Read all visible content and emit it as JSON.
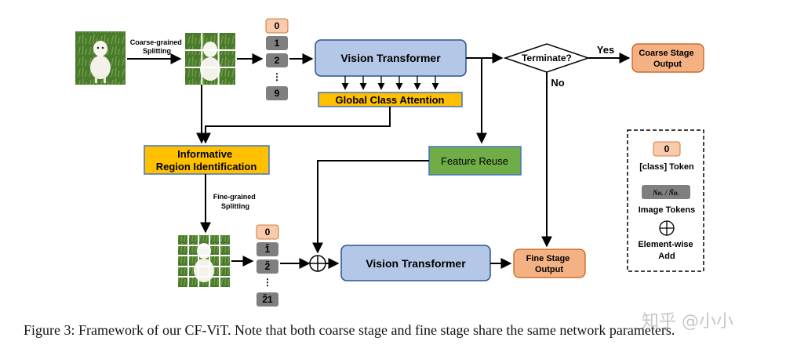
{
  "diagram": {
    "coarse_split_label": [
      "Coarse-grained",
      "Splitting"
    ],
    "fine_split_label": [
      "Fine-grained",
      "Splitting"
    ],
    "coarse_tokens": [
      "0",
      "1",
      "2",
      "⋮",
      "9"
    ],
    "fine_tokens": [
      "0",
      "1̃",
      "2̃",
      "⋮",
      "2̃1"
    ],
    "vit_coarse": "Vision Transformer",
    "vit_fine": "Vision Transformer",
    "global_class_attention": "Global Class Attention",
    "informative_region": [
      "Informative",
      "Region Identification"
    ],
    "feature_reuse": "Feature Reuse",
    "terminate": "Terminate?",
    "yes": "Yes",
    "no": "No",
    "coarse_output": [
      "Coarse Stage",
      "Output"
    ],
    "fine_output": [
      "Fine Stage",
      "Output"
    ],
    "legend": {
      "class_token_symbol": "0",
      "class_token_label": "[class] Token",
      "image_token_symbol": "No. / Ño.",
      "image_token_label": "Image Tokens",
      "add_label": [
        "Element-wise",
        "Add"
      ]
    },
    "colors": {
      "vit_fill": "#b4c7e7",
      "orange_fill": "#f4b183",
      "yellow_fill": "#ffc000",
      "green_fill": "#70ad47",
      "token_gray": "#7f7f7f"
    }
  },
  "caption": "Figure 3: Framework of our CF-ViT. Note that both coarse stage and fine stage share the same network parameters.",
  "watermark": "知乎 @小小"
}
